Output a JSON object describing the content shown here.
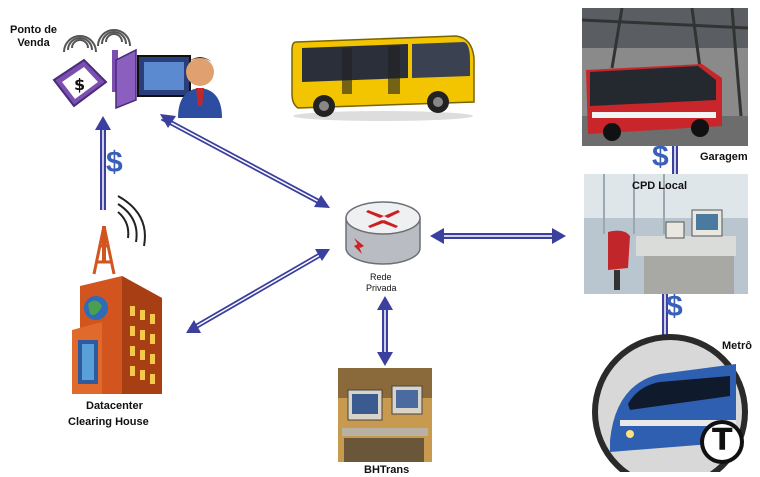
{
  "nodes": {
    "pos": {
      "label": "Ponto de\nVenda"
    },
    "datacenter": {
      "label_line1": "Datacenter",
      "label_line2": "Clearing House"
    },
    "router": {
      "label_line1": "Rede",
      "label_line2": "Privada"
    },
    "garage": {
      "label": "Garagem"
    },
    "cpd": {
      "label": "CPD Local"
    },
    "metro": {
      "label": "Metrô",
      "logo_letter": "T"
    },
    "bhtrans": {
      "label": "BHTrans"
    }
  },
  "money_symbol": "$",
  "colors": {
    "arrow_blue": "#3b3f9e",
    "dollar_blue": "#3a5fb8",
    "bus_yellow": "#f2c500",
    "bus_red": "#c8262a",
    "building_orange": "#d2541e",
    "metro_blue": "#2f5fb0"
  }
}
